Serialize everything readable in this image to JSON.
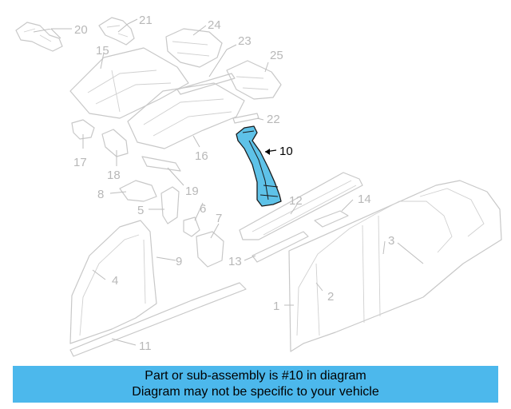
{
  "callouts": {
    "p1": "1",
    "p2": "2",
    "p3": "3",
    "p4": "4",
    "p5": "5",
    "p6": "6",
    "p7": "7",
    "p8": "8",
    "p9": "9",
    "p10": "10",
    "p11": "11",
    "p12": "12",
    "p13": "13",
    "p14": "14",
    "p15": "15",
    "p16": "16",
    "p17": "17",
    "p18": "18",
    "p19": "19",
    "p20": "20",
    "p21": "21",
    "p22": "22",
    "p23": "23",
    "p24": "24",
    "p25": "25"
  },
  "highlight": {
    "part": "10",
    "color": "#5ec2e8"
  },
  "banner": {
    "line1": "Part or sub-assembly is #10 in diagram",
    "line2": "Diagram may not be specific to your vehicle",
    "color": "#4cb8ec"
  }
}
